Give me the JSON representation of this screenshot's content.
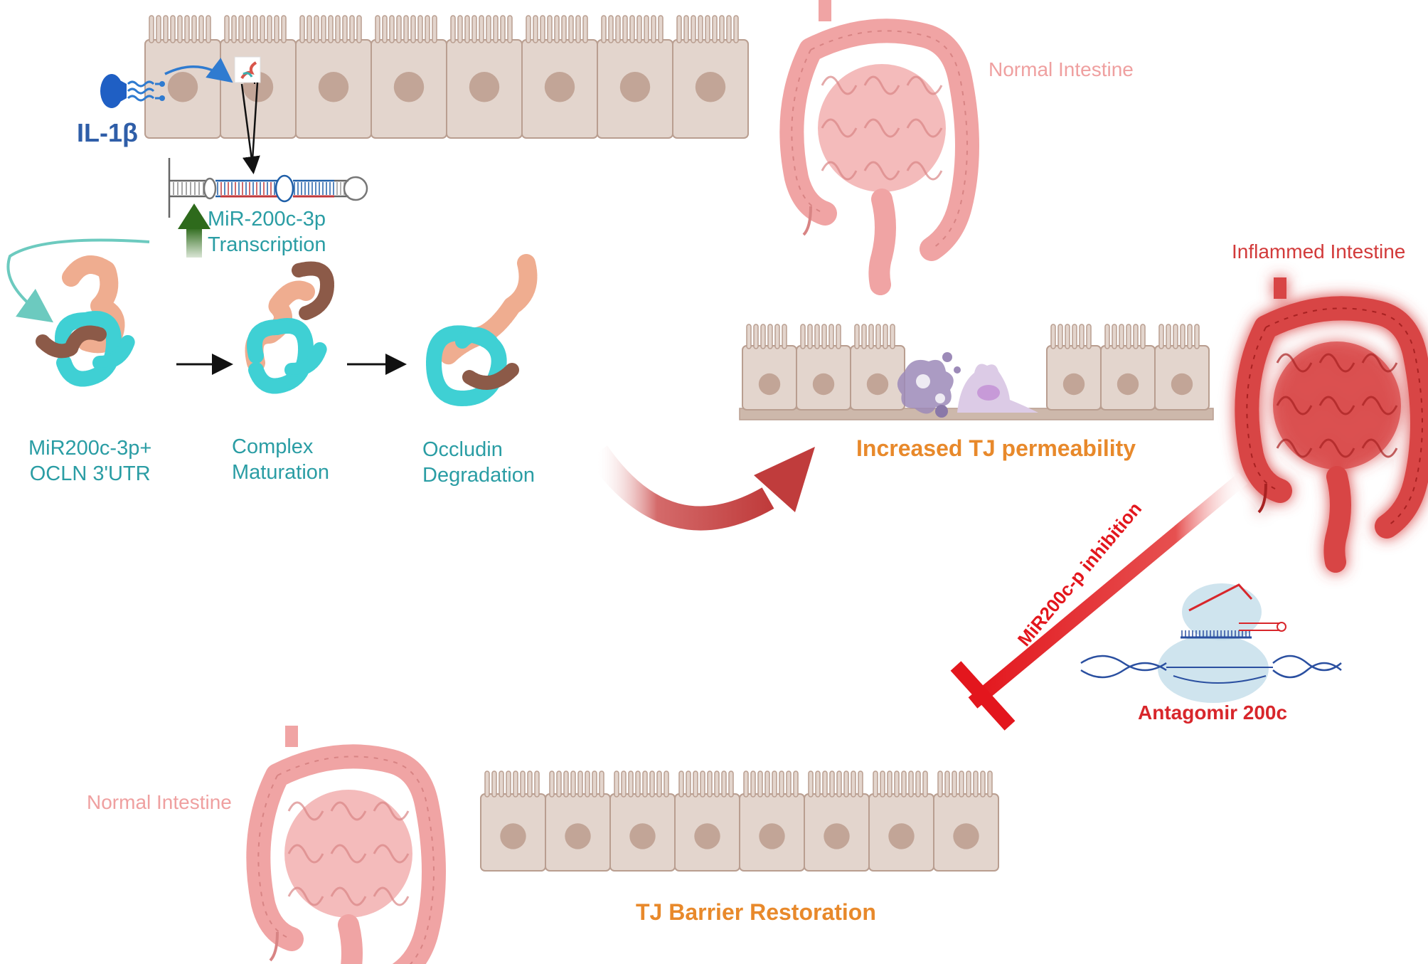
{
  "labels": {
    "il1b": "IL-1β",
    "mir_transcription_line1": "MiR-200c-3p",
    "mir_transcription_line2": "Transcription",
    "complex1_line1": "MiR200c-3p+",
    "complex1_line2": "OCLN 3'UTR",
    "complex2_line1": "Complex",
    "complex2_line2": "Maturation",
    "complex3_line1": "Occludin",
    "complex3_line2": "Degradation",
    "normal_intestine_top": "Normal Intestine",
    "inflamed_intestine": "Inflammed Intestine",
    "increased_permeability": "Increased TJ permeability",
    "inhibition": "MiR200c-p inhibition",
    "antagomir": "Antagomir 200c",
    "normal_intestine_bottom": "Normal Intestine",
    "barrier_restoration": "TJ Barrier Restoration"
  },
  "colors": {
    "cell_fill": "#e3d5cd",
    "cell_stroke": "#b99e90",
    "nucleus": "#c2a597",
    "teal_text": "#2a9da4",
    "orange_text": "#e8892b",
    "inhibition_red": "#e3161d",
    "arrow_red": "#c94a4a",
    "green_arrow": "#3f7a2a",
    "protein_teal": "#3fd0d4",
    "protein_peach": "#efad90",
    "protein_brown": "#8c5a48",
    "intestine_pink": "#f0a4a4",
    "intestine_inflamed": "#d84444"
  },
  "icons": [
    "receptor-icon",
    "ligand-icon",
    "mirna-hairpin-icon",
    "protein-complex-icon",
    "intestine-icon",
    "immune-cell-icon",
    "dna-icon"
  ]
}
